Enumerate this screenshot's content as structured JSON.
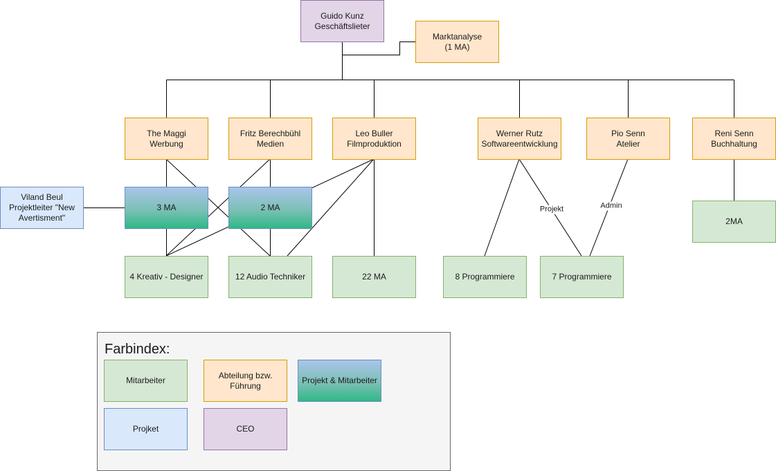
{
  "nodes": {
    "ceo": "Guido Kunz\nGeschäftslieter",
    "marktanalyse": "Marktanalyse\n(1 MA)",
    "maggi": "The Maggi\nWerbung",
    "fritz": "Fritz Berechbühl\nMedien",
    "leo": "Leo Buller\nFilmproduktion",
    "werner": "Werner Rutz\nSoftwareentwicklung",
    "pio": "Pio Senn\nAtelier",
    "reni": "Reni Senn\nBuchhaltung",
    "viland": "Viland Beul\nProjektleiter \"New\nAvertisment\"",
    "ma3": "3 MA",
    "ma2": "2 MA",
    "kreativ": "4 Kreativ - Designer",
    "audio": "12 Audio Techniker",
    "ma22": "22 MA",
    "prog8": "8 Programmiere",
    "prog7": "7 Programmiere",
    "ma2b": "2MA"
  },
  "edge_labels": {
    "projekt": "Projekt",
    "admin": "Admin"
  },
  "legend": {
    "title": "Farbindex:",
    "mitarbeiter": "Mitarbeiter",
    "abteilung": "Abteilung bzw.\nFührung",
    "projekt_mitarbeiter": "Projekt & Mitarbeiter",
    "projekt": "Projket",
    "ceo": "CEO"
  },
  "colors": {
    "orange_fill": "#ffe6cc",
    "purple_fill": "#e1d5e7",
    "green_fill": "#d5e8d4",
    "blue_fill": "#dae8fc",
    "line": "#000000"
  }
}
